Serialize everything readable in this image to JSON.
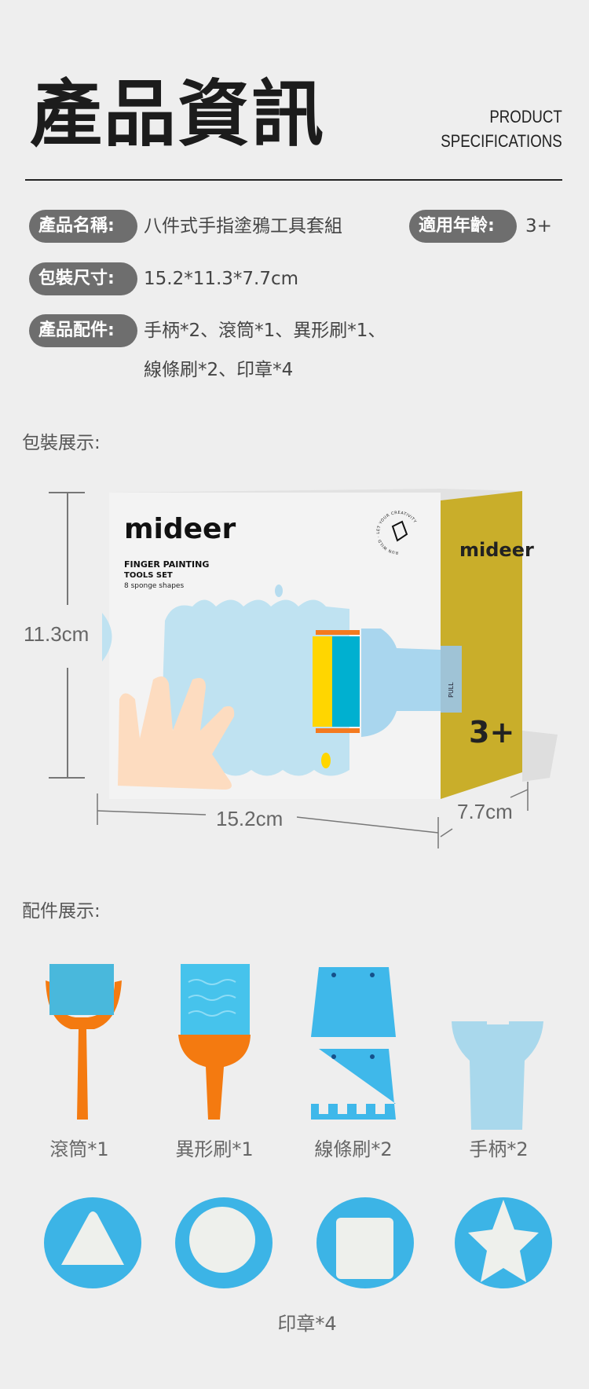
{
  "header": {
    "title": "產品資訊",
    "subtitle_line1": "PRODUCT",
    "subtitle_line2": "SPECIFICATIONS"
  },
  "specs": {
    "name_label": "產品名稱:",
    "name_value": "八件式手指塗鴉工具套組",
    "age_label": "適用年齡:",
    "age_value": "3+",
    "size_label": "包裝尺寸:",
    "size_value": "15.2*11.3*7.7cm",
    "parts_label": "產品配件:",
    "parts_value_line1": "手柄*2、滾筒*1、異形刷*1、",
    "parts_value_line2": "線條刷*2、印章*4"
  },
  "package": {
    "section_title": "包裝展示:",
    "height_label": "11.3cm",
    "width_label": "15.2cm",
    "depth_label": "7.7cm",
    "brand": "mideer",
    "product_line1": "FINGER PAINTING",
    "product_line2": "TOOLS SET",
    "product_line3": "8 sponge shapes",
    "badge_text": "RUN WILD · LET YOUR CREATIVITY",
    "pull_text": "PULL",
    "age_badge": "3+",
    "colors": {
      "yellow": "#c9ae2a",
      "blue": "#bde0f2",
      "orange": "#f47a1f"
    }
  },
  "accessories": {
    "section_title": "配件展示:",
    "items": [
      {
        "label": "滾筒*1",
        "icon": "roller"
      },
      {
        "label": "異形刷*1",
        "icon": "wave-brush"
      },
      {
        "label": "線條刷*2",
        "icon": "line-brush"
      },
      {
        "label": "手柄*2",
        "icon": "handle"
      }
    ],
    "stamps_label": "印章*4",
    "stamps": [
      "triangle",
      "circle",
      "square",
      "star"
    ],
    "colors": {
      "sponge_blue": "#3cb4e6",
      "handle_blue": "#a9d8ec",
      "orange": "#f47a10"
    }
  }
}
